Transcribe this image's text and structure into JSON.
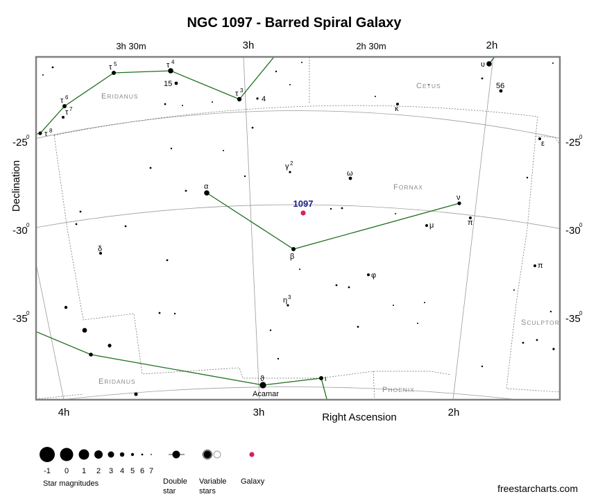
{
  "title": "NGC 1097 - Barred Spiral Galaxy",
  "xlabel": "Right Ascension",
  "ylabel": "Declination",
  "ra_top": {
    "t1": "3h 30m",
    "t2": "3h",
    "t3": "2h 30m",
    "t4": "2h"
  },
  "ra_bottom": {
    "b1": "4h",
    "b2": "3h",
    "b3": "2h"
  },
  "dec": {
    "d1": "-25",
    "d2": "-30",
    "d3": "-35",
    "deg": "0"
  },
  "constellations": {
    "eridanus": "Eridanus",
    "eridanus2": "Eridanus",
    "cetus": "Cetus",
    "fornax": "Fornax",
    "sculptor": "Sculptor",
    "phoenix": "Phoenix"
  },
  "galaxy_label": "1097",
  "star_labels": {
    "tau5": "τ",
    "tau5_s": "5",
    "tau4": "τ",
    "tau4_s": "4",
    "tau6": "τ",
    "tau6_s": "6",
    "tau7": "τ",
    "tau7_s": "7",
    "tau8": "τ",
    "tau8_s": "8",
    "tau3": "τ",
    "tau3_s": "3",
    "n15": "15",
    "n4": "4",
    "upsilon": "υ",
    "n56": "56",
    "kappa": "κ",
    "epsilon": "ε",
    "gamma2": "γ",
    "gamma2_s": "2",
    "omega": "ω",
    "alpha": "α",
    "nu": "ν",
    "mu": "μ",
    "pi_fornax": "π",
    "delta": "δ",
    "beta": "β",
    "phi": "φ",
    "pi_scl": "π",
    "eta3": "η",
    "eta3_s": "3",
    "theta": "ϑ",
    "acamar": "Acamar",
    "iota": "ι"
  },
  "legend": {
    "magnitudes": [
      "-1",
      "0",
      "1",
      "2",
      "3",
      "4",
      "5",
      "6",
      "7"
    ],
    "star_magnitudes_label": "Star magnitudes",
    "double_line1": "Double",
    "double_line2": "star",
    "variable_line1": "Variable",
    "variable_line2": "stars",
    "galaxy_label": "Galaxy"
  },
  "credit": "freestarcharts.com",
  "colors": {
    "frame": "#808080",
    "grid": "#9a9a9a",
    "boundary": "#666666",
    "figure": "#1e6e1e",
    "galaxy": "#d6215a",
    "galaxy_label": "#1c1c8c",
    "label": "#8a8a8a"
  }
}
